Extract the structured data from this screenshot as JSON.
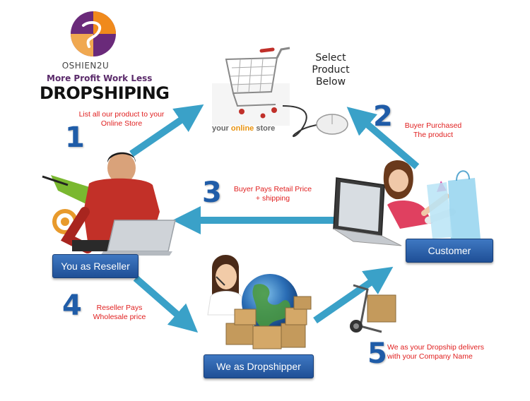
{
  "brand": {
    "name": "OSHIEN2U",
    "tagline": "More Profit Work Less",
    "headline": "DROPSHIPING"
  },
  "store": {
    "select_text": [
      "Select",
      "Product",
      "Below"
    ],
    "label_prefix": "your ",
    "label_highlight": "online",
    "label_suffix": " store"
  },
  "steps": [
    {
      "number": "1",
      "lines": [
        "List all our product to your",
        "Online Store"
      ]
    },
    {
      "number": "2",
      "lines": [
        "Buyer Purchased",
        "The product"
      ]
    },
    {
      "number": "3",
      "lines": [
        "Buyer Pays Retail Price",
        "+ shipping"
      ]
    },
    {
      "number": "4",
      "lines": [
        "Reseller Pays",
        "Wholesale price"
      ]
    },
    {
      "number": "5",
      "lines": [
        "We as your Dropship delivers",
        "with your Company Name"
      ]
    }
  ],
  "roles": {
    "reseller": "You as Reseller",
    "customer": "Customer",
    "dropshipper": "We as Dropshipper"
  },
  "colors": {
    "arrow": "#3aa1c8",
    "step_number": "#1f5ca8",
    "step_text": "#e02020",
    "button": "#2d63ad",
    "tagline": "#5a2a6a",
    "logo_purple": "#6a2a7a",
    "logo_orange": "#f08a1c"
  },
  "icons": [
    "logo-icon",
    "shopping-cart-icon",
    "mouse-icon",
    "reseller-person-icon",
    "laptop-icon",
    "customer-person-icon",
    "shopping-bags-icon",
    "globe-icon",
    "support-agent-icon",
    "parcel-boxes-icon",
    "hand-truck-icon",
    "target-icon",
    "megaphone-icon"
  ]
}
